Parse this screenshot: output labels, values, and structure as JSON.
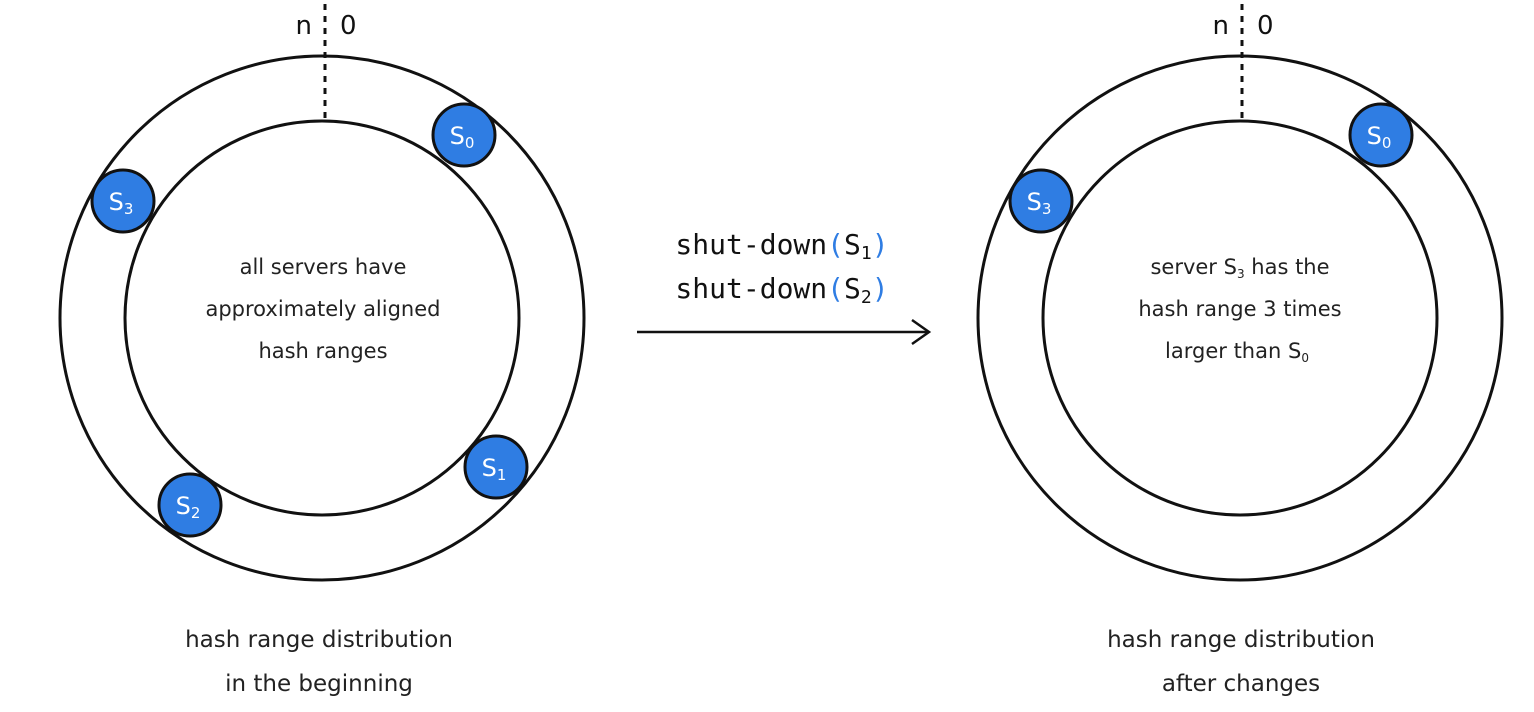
{
  "left_ring": {
    "marker_end": "n",
    "marker_start": "0",
    "nodes": [
      {
        "base": "S",
        "sub": "0"
      },
      {
        "base": "S",
        "sub": "1"
      },
      {
        "base": "S",
        "sub": "2"
      },
      {
        "base": "S",
        "sub": "3"
      }
    ],
    "center_lines": [
      "all servers have",
      "approximately aligned",
      "hash ranges"
    ],
    "caption_lines": [
      "hash range distribution",
      "in the beginning"
    ]
  },
  "operation": {
    "lines": [
      {
        "prefix": "shut-down",
        "open": "(",
        "base": "S",
        "sub": "1",
        "close": ")"
      },
      {
        "prefix": "shut-down",
        "open": "(",
        "base": "S",
        "sub": "2",
        "close": ")"
      }
    ]
  },
  "right_ring": {
    "marker_end": "n",
    "marker_start": "0",
    "nodes": [
      {
        "base": "S",
        "sub": "0"
      },
      {
        "base": "S",
        "sub": "3"
      }
    ],
    "center_lines": [
      {
        "pre": "server S",
        "sub": "3",
        "post": " has the"
      },
      {
        "pre": "hash range 3 times",
        "sub": "",
        "post": ""
      },
      {
        "pre": "larger than S",
        "sub": "0",
        "post": ""
      }
    ],
    "caption_lines": [
      "hash range distribution",
      "after changes"
    ]
  },
  "colors": {
    "node_fill": "#2f7de3",
    "stroke": "#111111",
    "accent_text": "#2f7de3"
  }
}
